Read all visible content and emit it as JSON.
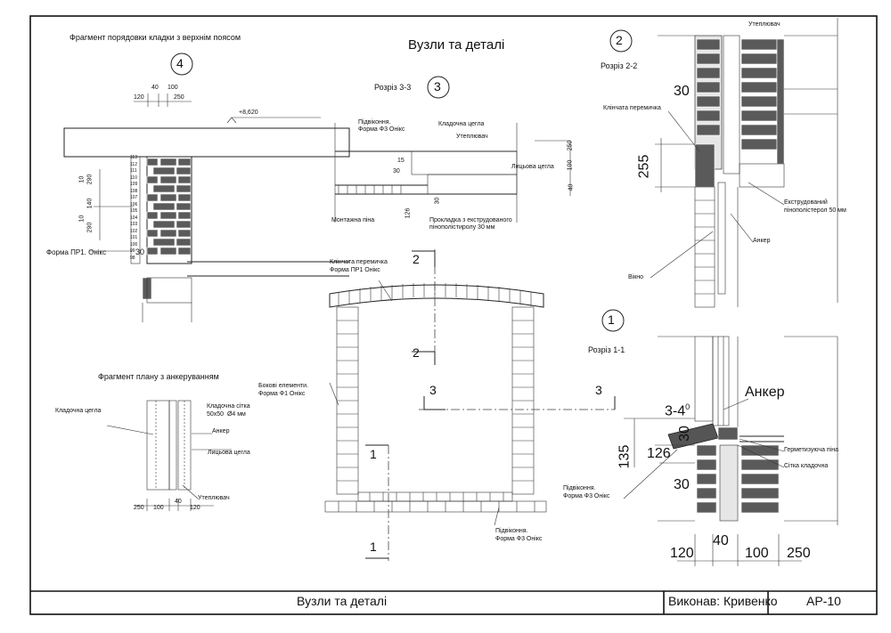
{
  "sheet": {
    "title": "Вузли та деталі",
    "stamp_title": "Вузли та деталі",
    "author": "Виконав: Кривенко",
    "code": "АР-10"
  },
  "detail4": {
    "number": "4",
    "title": "Фрагмент порядовки кладки з верхнім поясом",
    "dims_top": [
      "40",
      "100",
      "120",
      "250"
    ],
    "elevation": "+8,620",
    "dims_left": [
      "10",
      "290",
      "140",
      "10",
      "290"
    ],
    "course_numbers": [
      "113",
      "112",
      "111",
      "110",
      "109",
      "108",
      "107",
      "106",
      "105",
      "104",
      "103",
      "102",
      "101",
      "100",
      "99",
      "98"
    ],
    "form_label": "Форма ПР1. Онікс",
    "dim_30": "30"
  },
  "plan_fragment": {
    "title": "Фрагмент плану з анкеруванням",
    "labels": {
      "masonry_brick": "Кладочна цегла",
      "mesh": "Кладочна сітка\n50х50  Ø4 мм",
      "anchor": "Анкер",
      "facing_brick": "Лицьова цегла",
      "insulation": "Утеплювач"
    },
    "dims_bottom": [
      "250",
      "100",
      "40",
      "120"
    ]
  },
  "center": {
    "title": "Вузли та деталі",
    "section3": {
      "label": "Розріз 3-3",
      "number": "3",
      "labels": {
        "sill": "Підвіконня.\nФорма Ф3 Онікс",
        "masonry_brick": "Кладочна цегла",
        "insulation": "Утеплювач",
        "facing_brick": "Лицьова цегла",
        "foam": "Монтажна піна",
        "gasket": "Прокладка з екструдованого\nпінополістиролу 30 мм"
      },
      "dims": [
        "15",
        "30",
        "30",
        "126",
        "250",
        "100",
        "40"
      ]
    },
    "facade": {
      "lintel": "Клінчата перемичка\nФорма ПР1 Онікс",
      "side": "Бокові елементи.\nФорма Ф1 Онікс",
      "sill": "Підвіконня.\nФорма Ф3 Онікс",
      "cut_marks": [
        "2",
        "2",
        "3",
        "3",
        "1",
        "1"
      ]
    }
  },
  "detail2": {
    "number": "2",
    "label": "Розріз 2-2",
    "labels": {
      "insulation": "Утеплювач",
      "lintel": "Клінчата перемичка",
      "xps": "Екструдований\nпінополістерол 50 мм",
      "anchor": "Анкер",
      "window": "Вікно"
    },
    "dims": [
      "30",
      "255"
    ]
  },
  "detail1": {
    "number": "1",
    "label": "Розріз 1-1",
    "labels": {
      "anchor": "Анкер",
      "sealing_foam": "Герметизуюча піна",
      "mesh": "Сітка кладочна",
      "sill": "Підвіконня.\nФорма Ф3 Онікс"
    },
    "dims": [
      "3-4",
      "0",
      "30",
      "135",
      "126",
      "30"
    ],
    "dims_bottom": [
      "120",
      "40",
      "100",
      "250"
    ]
  }
}
